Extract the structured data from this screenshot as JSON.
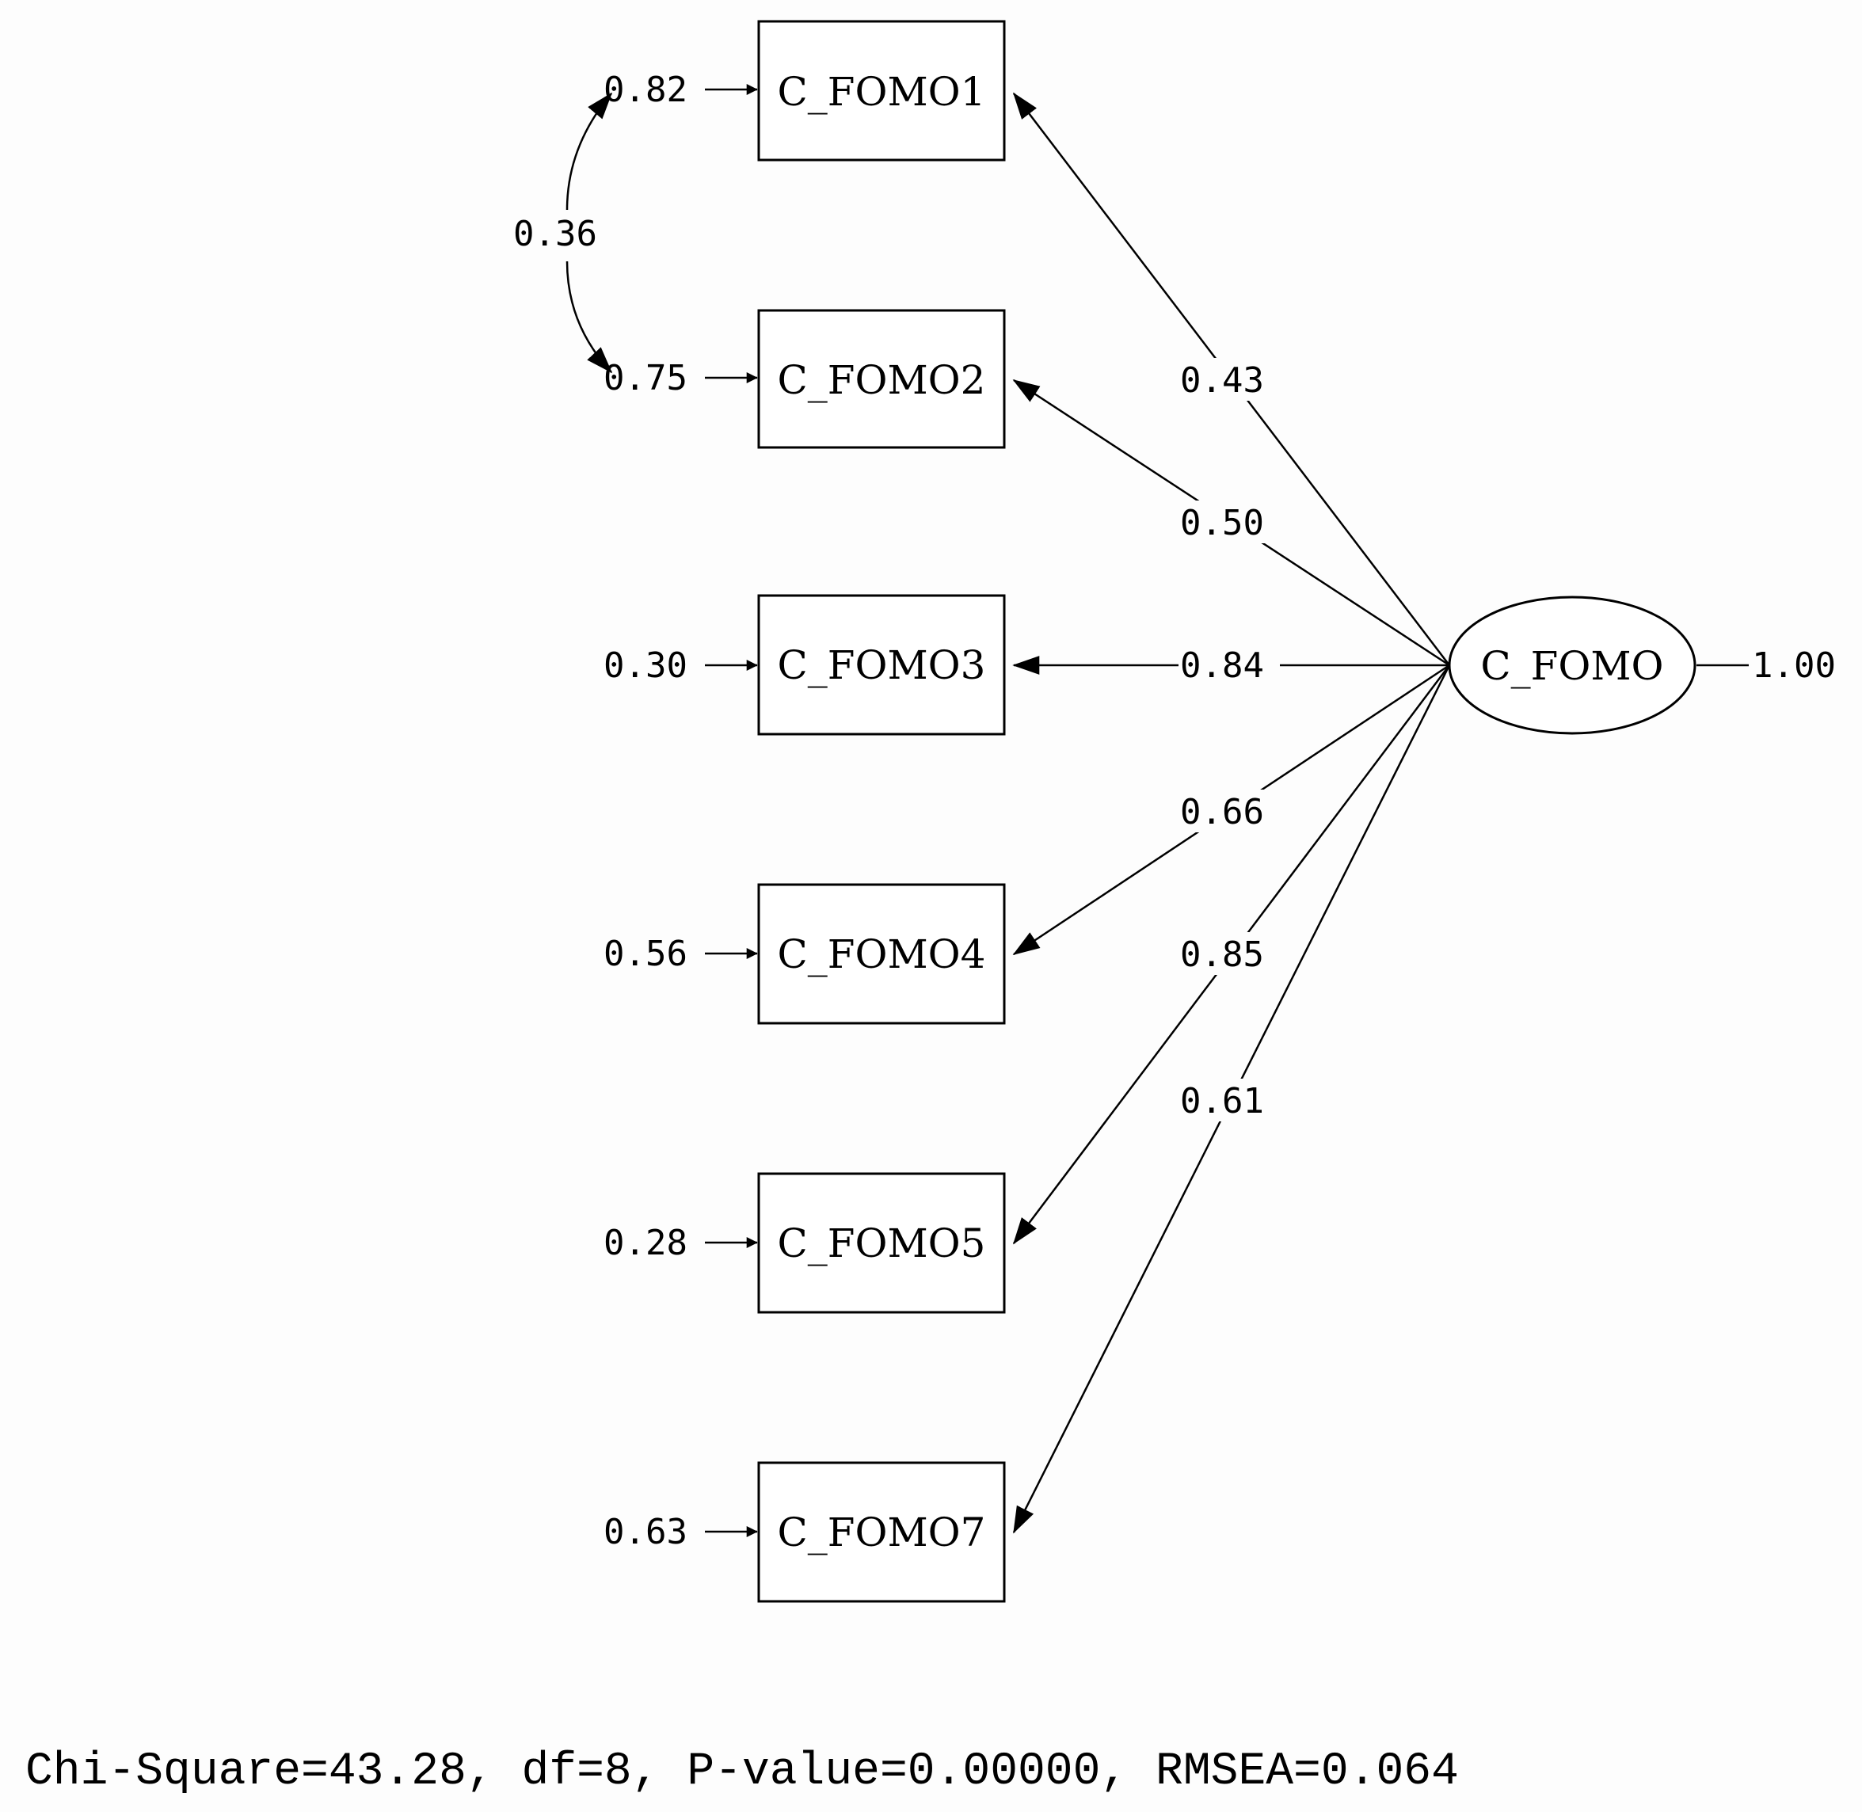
{
  "latent": {
    "name": "C_FOMO",
    "variance": "1.00"
  },
  "indicators": [
    {
      "name": "C_FOMO1",
      "error": "0.82",
      "loading": "0.43"
    },
    {
      "name": "C_FOMO2",
      "error": "0.75",
      "loading": "0.50"
    },
    {
      "name": "C_FOMO3",
      "error": "0.30",
      "loading": "0.84"
    },
    {
      "name": "C_FOMO4",
      "error": "0.56",
      "loading": "0.66"
    },
    {
      "name": "C_FOMO5",
      "error": "0.28",
      "loading": "0.85"
    },
    {
      "name": "C_FOMO7",
      "error": "0.63",
      "loading": "0.61"
    }
  ],
  "error_covariance": {
    "between": [
      "C_FOMO1",
      "C_FOMO2"
    ],
    "value": "0.36"
  },
  "fit_statistics": "Chi-Square=43.28, df=8, P-value=0.00000, RMSEA=0.064"
}
